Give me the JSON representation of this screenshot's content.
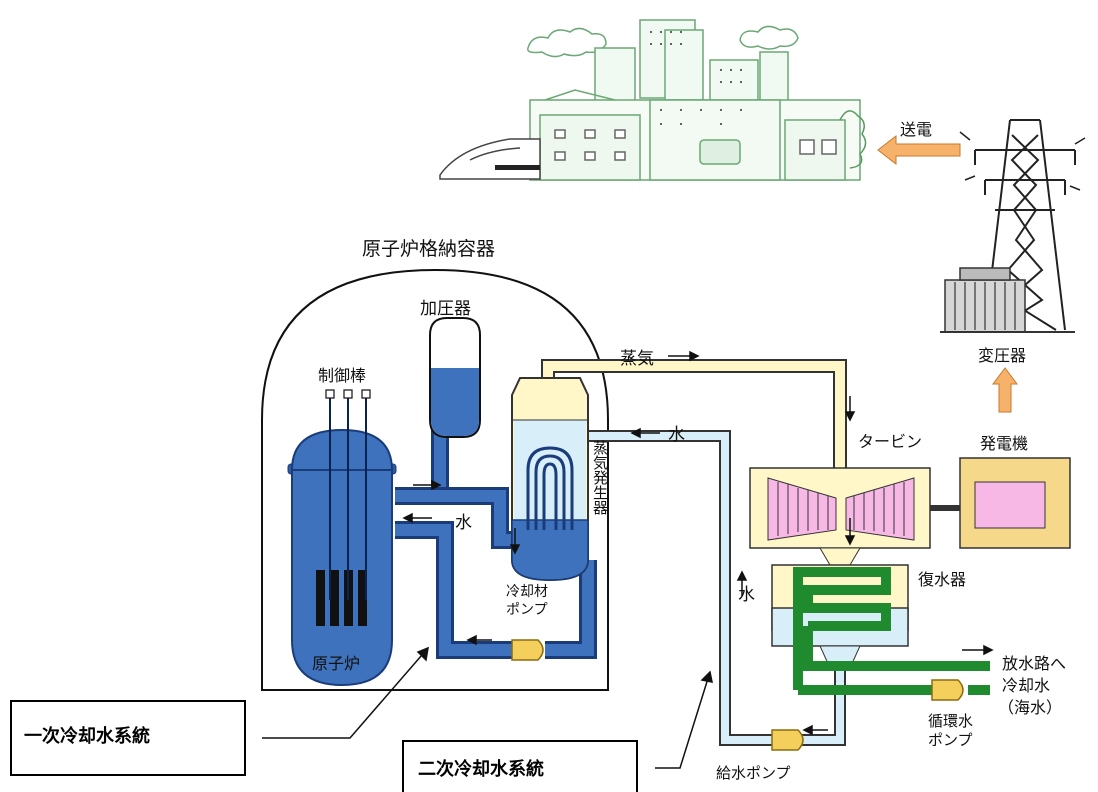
{
  "labels": {
    "containment": "原子炉格納容器",
    "pressurizer": "加圧器",
    "control_rods": "制御棒",
    "steam": "蒸気",
    "water_top": "水",
    "water_left": "水",
    "water_right": "水",
    "steam_generator": "蒸気発生器",
    "coolant_pump": "冷却材\nポンプ",
    "reactor": "原子炉",
    "turbine": "タービン",
    "generator": "発電機",
    "transformer": "変圧器",
    "condenser": "復水器",
    "discharge": "放水路へ",
    "cooling_water": "冷却水",
    "seawater": "（海水）",
    "circulation_pump": "循環水\nポンプ",
    "feed_pump": "給水ポンプ",
    "transmission": "送電"
  },
  "callouts": {
    "primary": "一次冷却水系統",
    "secondary": "二次冷却水系統"
  },
  "colors": {
    "primary_blue": "#3f72bd",
    "primary_dark": "#1a3c7a",
    "light_blue": "#d8eef8",
    "steam_yellow": "#fff7c8",
    "green_condenser": "#1f8a2e",
    "arrow_orange": "#f6b26b",
    "pink": "#f7b8e6",
    "city_green": "#9ad2a4"
  }
}
